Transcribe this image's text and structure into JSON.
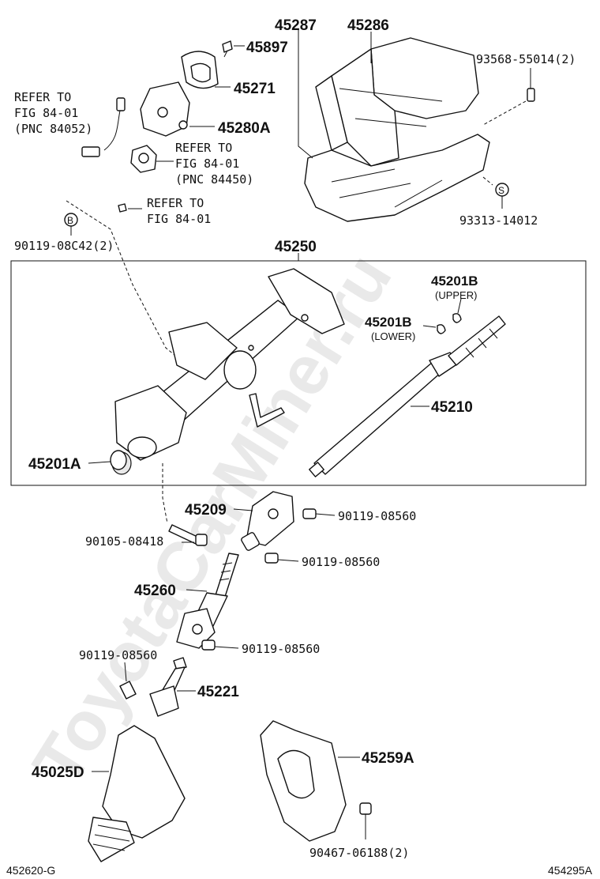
{
  "diagram": {
    "watermark": "ToyotaCarMiner.ru",
    "part_numbers": {
      "p45287": "45287",
      "p45286": "45286",
      "p45897": "45897",
      "p45271": "45271",
      "p45280A": "45280A",
      "p93568": "93568-55014(2)",
      "p93313": "93313-14012",
      "p90119_08C42": "90119-08C42(2)",
      "p45250": "45250",
      "p45201B_upper": "45201B",
      "p45201B_lower": "45201B",
      "p45210": "45210",
      "p45201A": "45201A",
      "p45209": "45209",
      "p90119_08560_a": "90119-08560",
      "p90105_08418": "90105-08418",
      "p90119_08560_b": "90119-08560",
      "p45260": "45260",
      "p90119_08560_c": "90119-08560",
      "p90119_08560_d": "90119-08560",
      "p45221": "45221",
      "p45025D": "45025D",
      "p45259A": "45259A",
      "p90467_06188": "90467-06188(2)"
    },
    "qualifiers": {
      "upper": "(UPPER)",
      "lower": "(LOWER)"
    },
    "references": {
      "ref1_line1": "REFER TO",
      "ref1_line2": "FIG 84-01",
      "ref1_line3": "(PNC 84052)",
      "ref2_line1": "REFER TO",
      "ref2_line2": "FIG 84-01",
      "ref2_line3": "(PNC 84450)",
      "ref3_line1": "REFER TO",
      "ref3_line2": "FIG 84-01"
    },
    "markers": {
      "circle_b": "B",
      "circle_s": "S"
    },
    "footer": {
      "left_code": "452620-G",
      "right_code": "454295A"
    }
  }
}
